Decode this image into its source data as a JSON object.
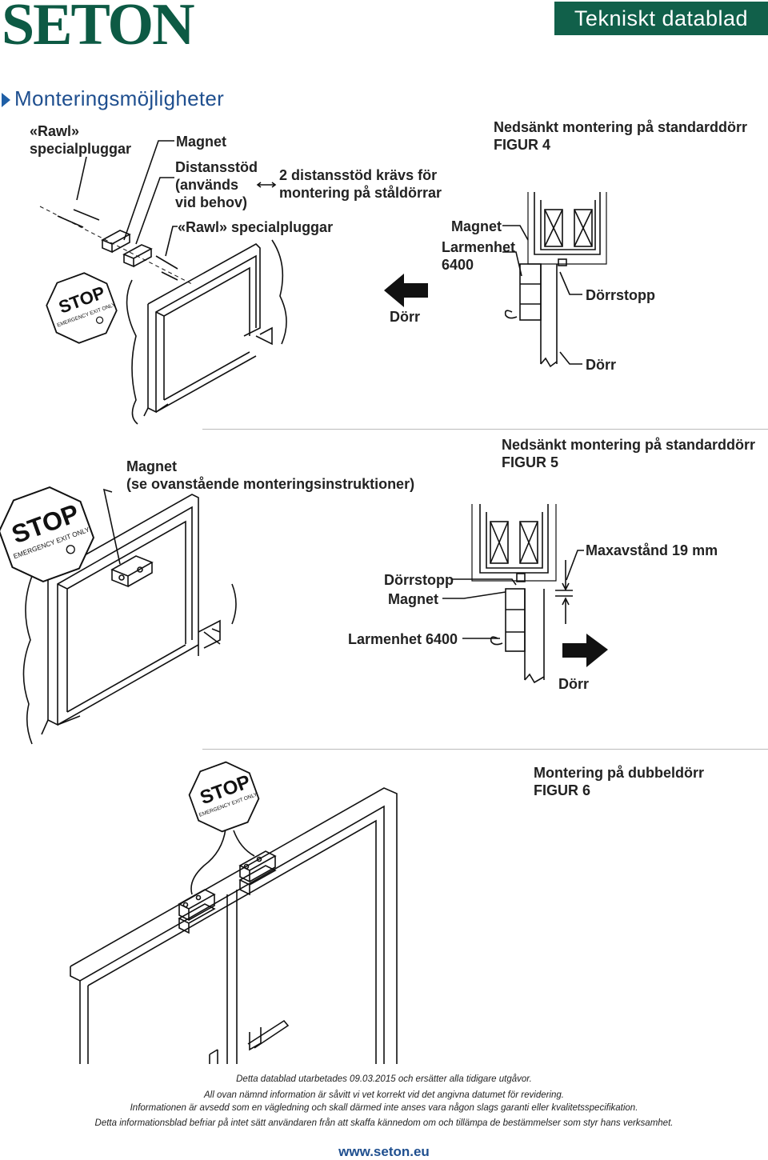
{
  "header": {
    "logo": "SETON",
    "badge": "Tekniskt datablad"
  },
  "section": {
    "title": "Monteringsmöjligheter"
  },
  "stop_sign": {
    "word": "STOP",
    "subtext": "EMERGENCY EXIT ONLY"
  },
  "figure4": {
    "title": "Nedsänkt montering på standarddörr",
    "number": "FIGUR 4",
    "rawl_label_line1": "«Rawl»",
    "rawl_label_line2": "specialpluggar",
    "magnet": "Magnet",
    "spacer_line1": "Distansstöd",
    "spacer_line2": "(används",
    "spacer_line3": "vid behov)",
    "steel_note_line1": "2 distansstöd krävs för",
    "steel_note_line2": "montering på ståldörrar",
    "rawl_plugs": "«Rawl» specialpluggar",
    "door_left": "Dörr",
    "side_magnet": "Magnet",
    "alarm_unit_line1": "Larmenhet",
    "alarm_unit_line2": "6400",
    "door_stop": "Dörrstopp",
    "door_right": "Dörr"
  },
  "figure5": {
    "title": "Nedsänkt montering på standarddörr",
    "number": "FIGUR 5",
    "magnet_line1": "Magnet",
    "magnet_line2": "(se ovanstående monteringsinstruktioner)",
    "max_distance": "Maxavstånd 19 mm",
    "door_stop": "Dörrstopp",
    "magnet": "Magnet",
    "alarm_unit": "Larmenhet 6400",
    "door": "Dörr"
  },
  "figure6": {
    "title": "Montering på dubbeldörr",
    "number": "FIGUR 6"
  },
  "footer": {
    "line1": "Detta datablad utarbetades 09.03.2015 och ersätter alla tidigare utgåvor.",
    "line2": "All ovan nämnd information är såvitt vi vet korrekt vid det angivna datumet för revidering.",
    "line3": "Informationen är avsedd som en vägledning och skall därmed inte anses vara någon slags garanti eller kvalitetsspecifikation.",
    "line4": "Detta informationsblad befriar på intet sätt användaren från att skaffa kännedom om och tillämpa de bestämmelser som styr hans verksamhet.",
    "url": "www.seton.eu"
  },
  "colors": {
    "brand_green": "#11604a",
    "heading_blue": "#1f4f8f"
  }
}
